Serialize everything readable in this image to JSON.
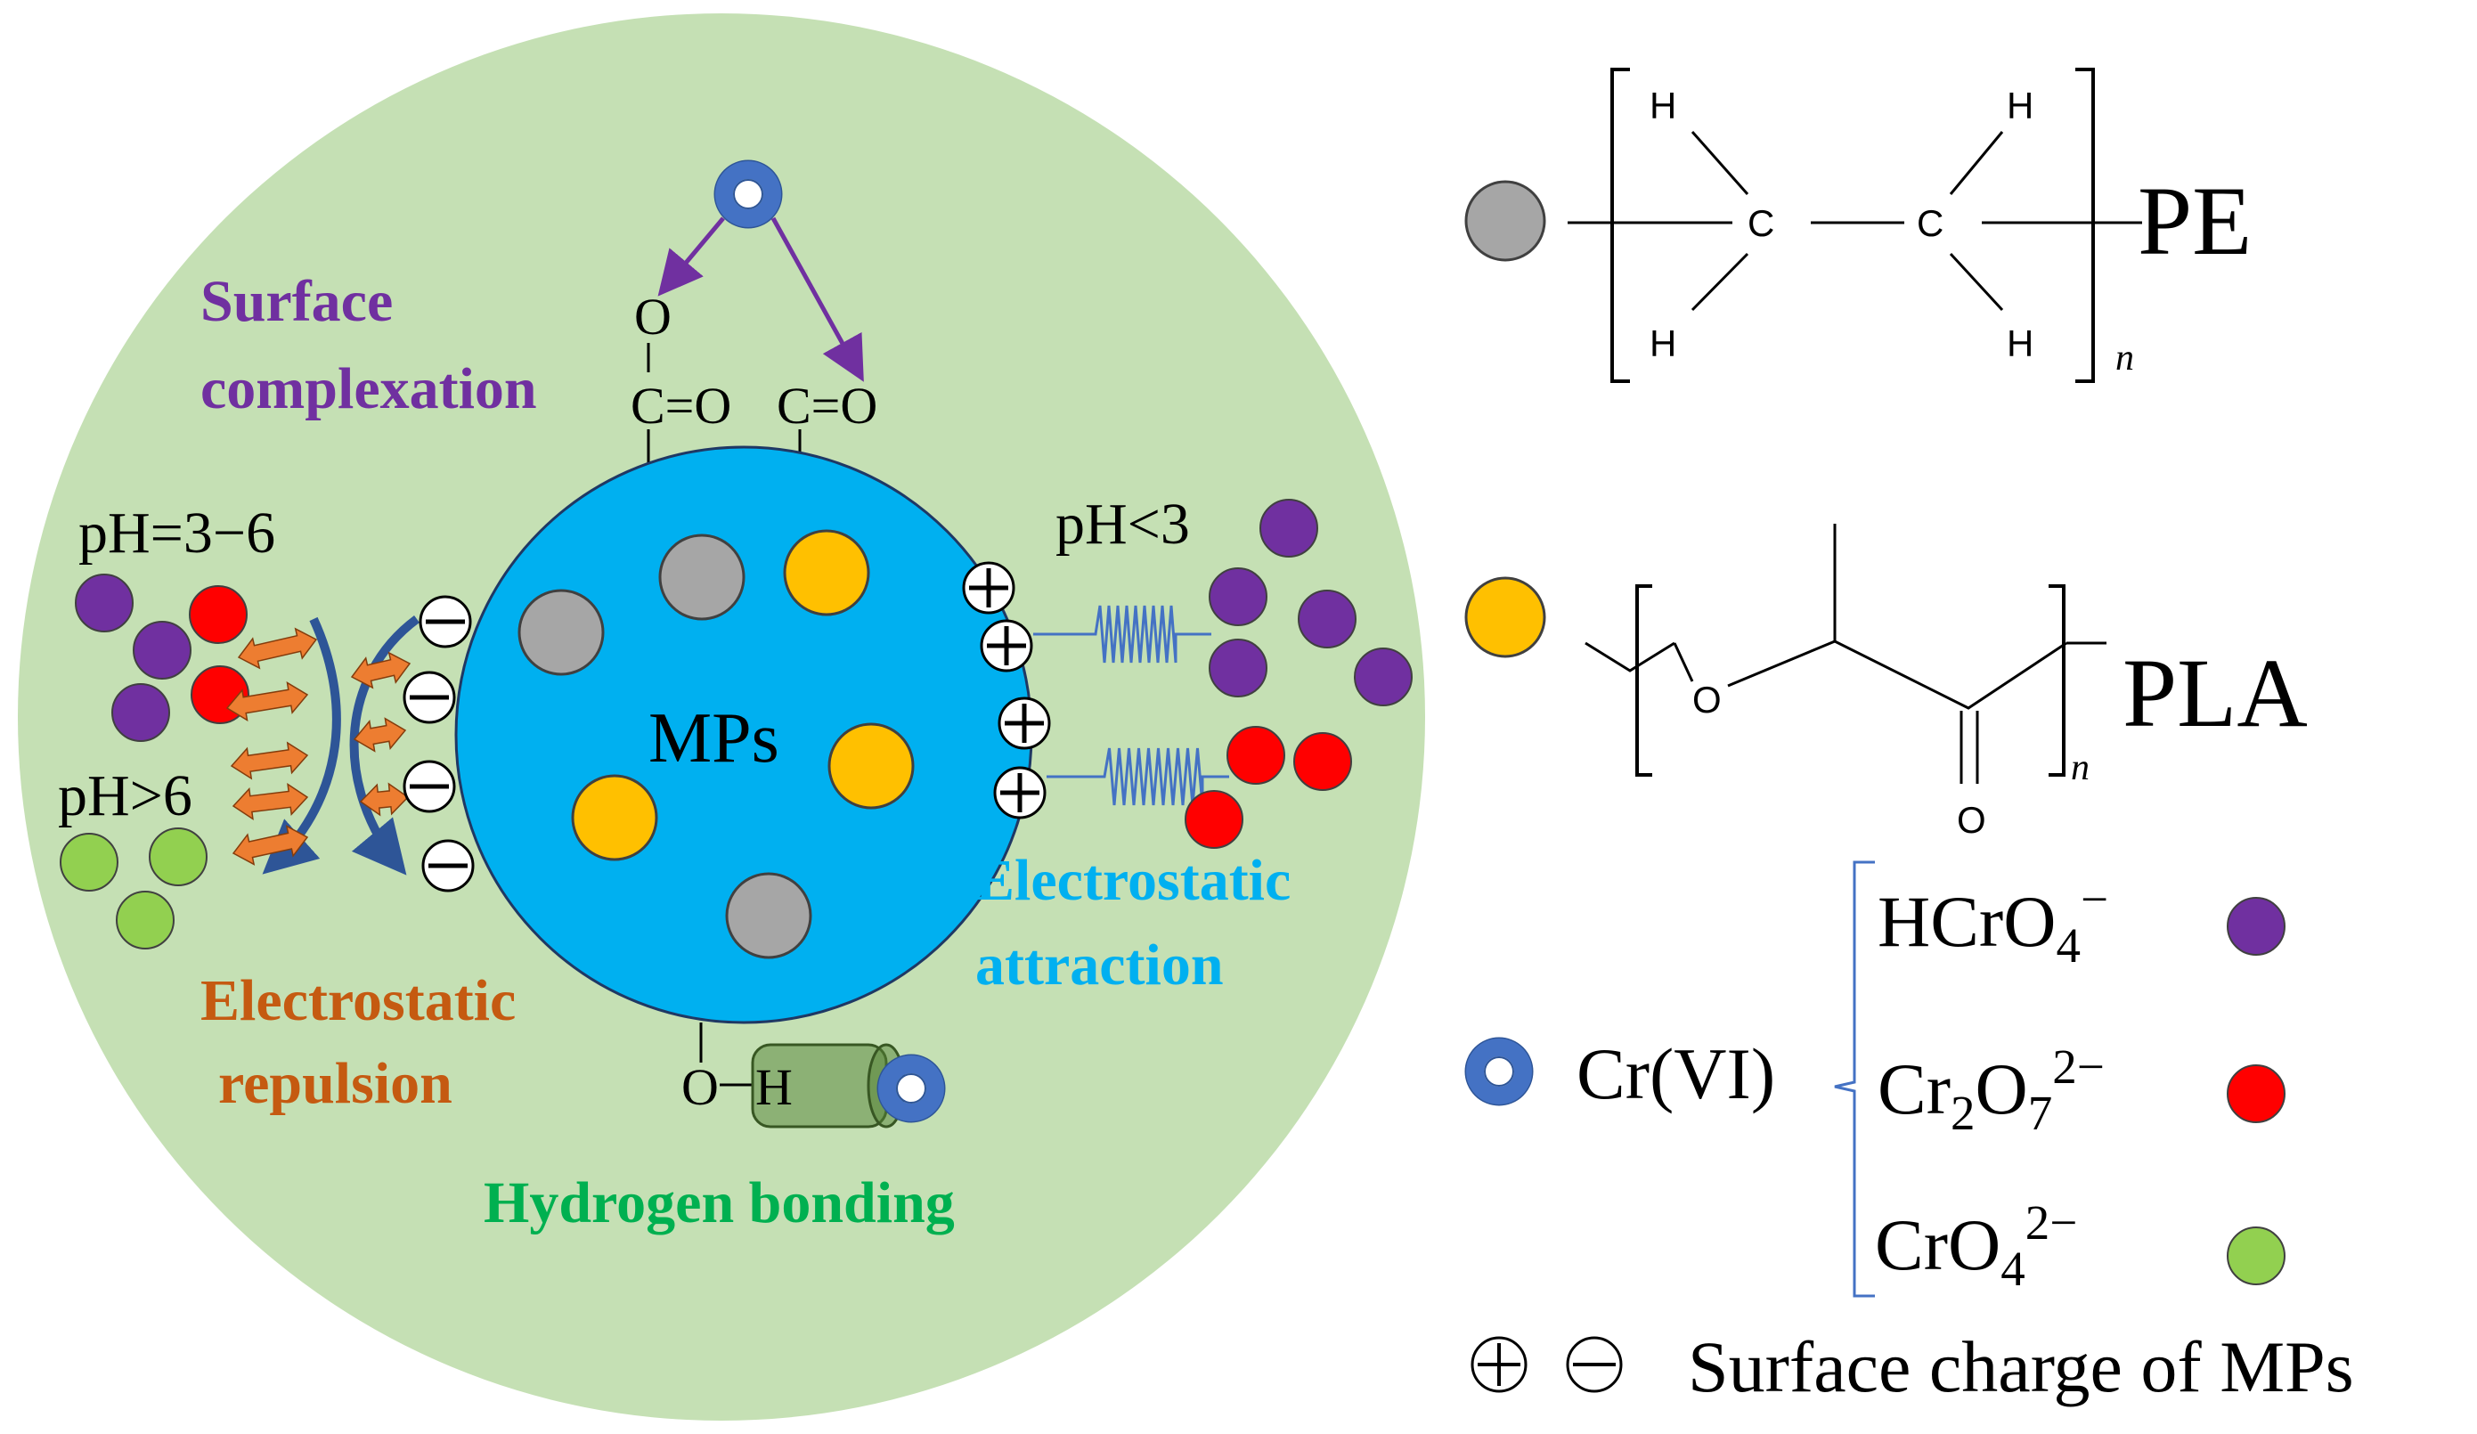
{
  "labels": {
    "surface_complexation_1": "Surface",
    "surface_complexation_2": "complexation",
    "ph_3_6": "pH=3−6",
    "ph_gt6": "pH>6",
    "ph_lt3": "pH<3",
    "mps": "MPs",
    "electrostatic_attraction_1": "Electrostatic",
    "electrostatic_attraction_2": "attraction",
    "electrostatic_repulsion_1": "Electrostatic",
    "electrostatic_repulsion_2": "repulsion",
    "hydrogen_bonding": "Hydrogen bonding",
    "o_label": "O",
    "co_label": "C=O",
    "oh_o": "O",
    "oh_h": "H"
  },
  "legend": {
    "pe_label": "PE",
    "pla_label": "PLA",
    "cr_label": "Cr(VI)",
    "surface_charge_label": "Surface charge of MPs",
    "species": [
      {
        "base": "HCrO",
        "sub": "4",
        "sup": "−",
        "color": "#7030a0"
      },
      {
        "base1": "Cr",
        "sub1": "2",
        "base2": "O",
        "sub2": "7",
        "sup": "2−",
        "color": "#ff0000"
      },
      {
        "base": "CrO",
        "sub": "4",
        "sup": "2−",
        "color": "#92d050"
      }
    ],
    "pe_structure": {
      "h": "H",
      "c": "C",
      "n": "n"
    },
    "pla_structure": {
      "o": "O",
      "n": "n"
    }
  },
  "colors": {
    "background_circle": "#c5e0b4",
    "mps_sphere": "#00b0f0",
    "pe_particle": "#a6a6a6",
    "pla_particle": "#ffc000",
    "hcro4": "#7030a0",
    "cr2o7": "#ff0000",
    "cro4": "#92d050",
    "cr_ring": "#4472c4",
    "surface_complexation_text": "#7030a0",
    "attraction_text": "#00b0f0",
    "repulsion_text": "#c55a11",
    "hbond_text": "#00b050",
    "repulsion_arrow": "#ed7d31",
    "curved_arrow": "#2e5597",
    "spring": "#4472c4",
    "complexation_arrow": "#7030a0"
  }
}
